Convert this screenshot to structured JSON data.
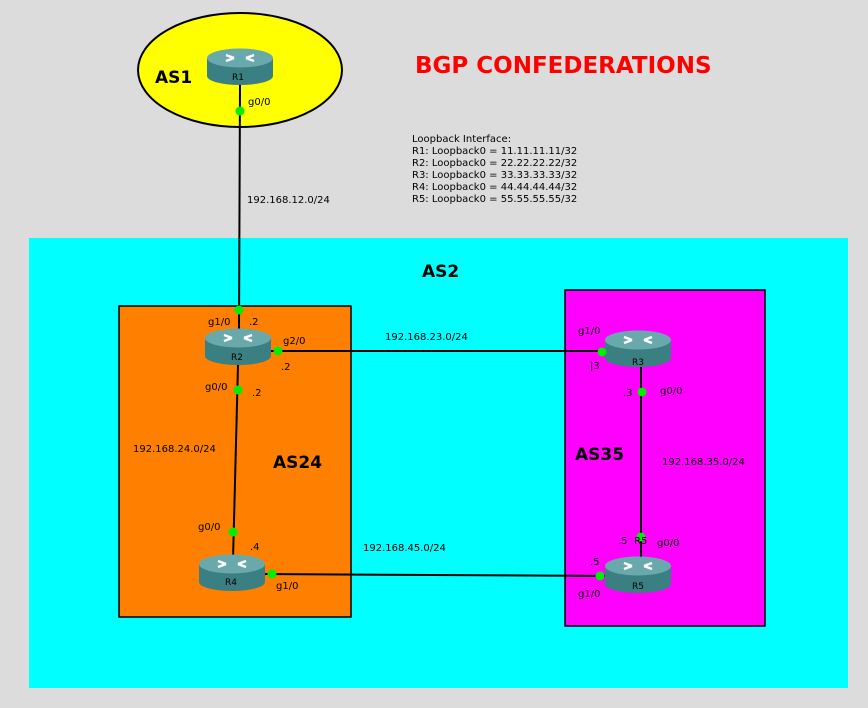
{
  "title": "BGP CONFEDERATIONS",
  "colors": {
    "as1": "#ffff00",
    "as2": "#00ffff",
    "as24": "#ff8000",
    "as35": "#ff00ff",
    "title": "#ff0000",
    "interface_dot": "#00ee00",
    "router": "#3f8a8c"
  },
  "areas": {
    "as1": "AS1",
    "as2": "AS2",
    "as24": "AS24",
    "as35": "AS35"
  },
  "loopbacks": {
    "heading": "Loopback Interface:",
    "lines": [
      "R1: Loopback0 = 11.11.11.11/32",
      "R2: Loopback0 = 22.22.22.22/32",
      "R3: Loopback0 = 33.33.33.33/32",
      "R4: Loopback0 = 44.44.44.44/32",
      "R5: Loopback0 =  55.55.55.55/32"
    ]
  },
  "routers": {
    "r1": "R1",
    "r2": "R2",
    "r3": "R3",
    "r4": "R4",
    "r5": "R5"
  },
  "networks": {
    "r1_r2": "192.168.12.0/24",
    "r2_r3": "192.168.23.0/24",
    "r2_r4": "192.168.24.0/24",
    "r4_r5": "192.168.45.0/24",
    "r3_r5": "192.168.35.0/24"
  },
  "labels": {
    "r1_g00": "g0/0",
    "r2_g10": "g1/0",
    "r2_g10_ip": ".2",
    "r2_g20": "g2/0",
    "r2_g20_ip": ".2",
    "r2_g00": "g0/0",
    "r2_g00_ip": ".2",
    "r3_g10": "g1/0",
    "r3_g10_ip": "|3",
    "r3_g00": "g0/0",
    "r3_g00_ip": ".3",
    "r4_g00": "g0/0",
    "r4_g00_ip": ".4",
    "r4_g10": "g1/0",
    "r5_g00": "g0/0",
    "r5_g00_ip": ".5",
    "r5_overlap": "R5",
    "r5_g10": "g1/0",
    "r5_g10_ip": ".5"
  }
}
